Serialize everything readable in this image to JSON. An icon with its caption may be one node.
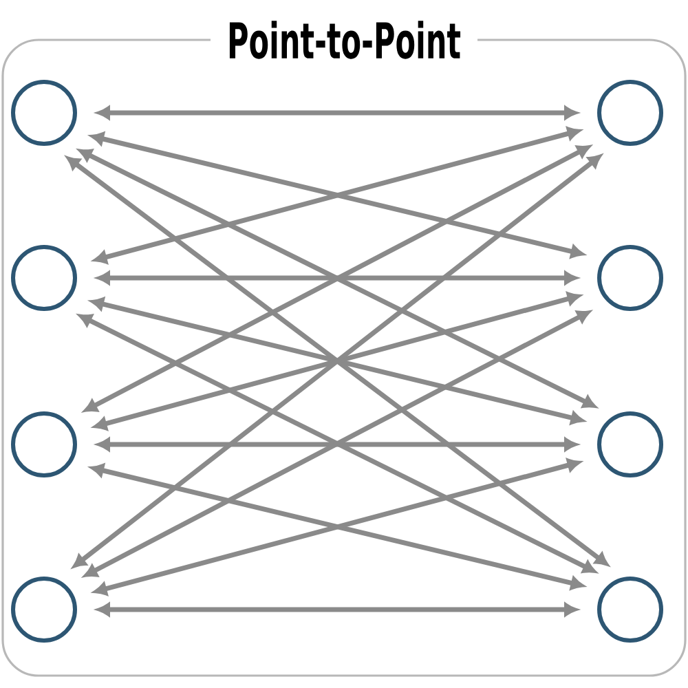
{
  "diagram": {
    "nodes": [
      {
        "text": [
          "Point-to-Point"
        ]
      },
      {
        "text": [],
        "shape": "circle",
        "in": 0
      },
      {
        "text": [],
        "shape": "circle",
        "in": 0
      },
      {
        "text": [],
        "shape": "circle",
        "in": 0
      },
      {
        "text": [],
        "shape": "circle",
        "in": 0
      },
      {
        "text": [],
        "shape": "circle",
        "in": 0
      },
      {
        "text": [],
        "shape": "circle",
        "in": 0
      },
      {
        "text": [],
        "shape": "circle",
        "in": 0
      },
      {
        "text": [],
        "shape": "circle",
        "in": 0
      }
    ],
    "edges": [
      {
        "from": 1,
        "to": 2,
        "arrow": "both"
      },
      {
        "from": 1,
        "to": 4,
        "arrow": "both"
      },
      {
        "from": 1,
        "to": 6,
        "arrow": "both"
      },
      {
        "from": 1,
        "to": 8,
        "arrow": "both"
      },
      {
        "from": 3,
        "to": 2,
        "arrow": "both"
      },
      {
        "from": 3,
        "to": 4,
        "arrow": "both"
      },
      {
        "from": 3,
        "to": 6,
        "arrow": "both"
      },
      {
        "from": 3,
        "to": 8,
        "arrow": "both"
      },
      {
        "from": 5,
        "to": 2,
        "arrow": "both"
      },
      {
        "from": 5,
        "to": 4,
        "arrow": "both"
      },
      {
        "from": 5,
        "to": 6,
        "arrow": "both"
      },
      {
        "from": 5,
        "to": 8,
        "arrow": "both"
      },
      {
        "from": 7,
        "to": 2,
        "arrow": "both"
      },
      {
        "from": 7,
        "to": 4,
        "arrow": "both"
      },
      {
        "from": 7,
        "to": 6,
        "arrow": "both"
      },
      {
        "from": 7,
        "to": 8,
        "arrow": "both"
      }
    ]
  }
}
